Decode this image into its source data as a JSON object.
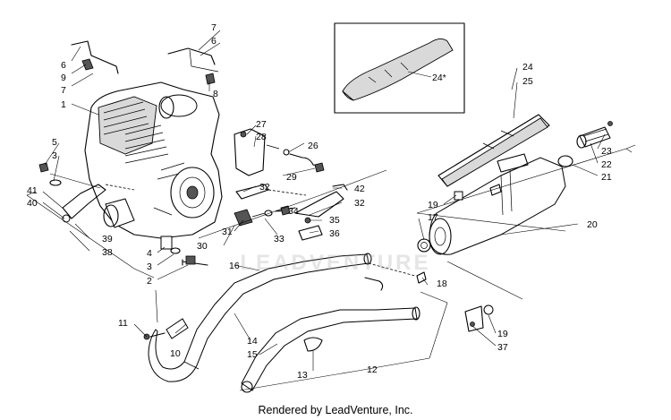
{
  "watermark": "LEADVENTURE",
  "credit": "Rendered by LeadVenture, Inc.",
  "callouts": [
    "7",
    "6",
    "6",
    "9",
    "7",
    "1",
    "8",
    "24",
    "25",
    "24*",
    "27",
    "28",
    "26",
    "29",
    "5",
    "3",
    "41",
    "40",
    "32",
    "42",
    "32",
    "19",
    "17",
    "20",
    "34",
    "35",
    "36",
    "31",
    "33",
    "30",
    "39",
    "38",
    "4",
    "3",
    "2",
    "16",
    "18",
    "23",
    "22",
    "21",
    "11",
    "10",
    "14",
    "15",
    "13",
    "12",
    "19",
    "37"
  ]
}
